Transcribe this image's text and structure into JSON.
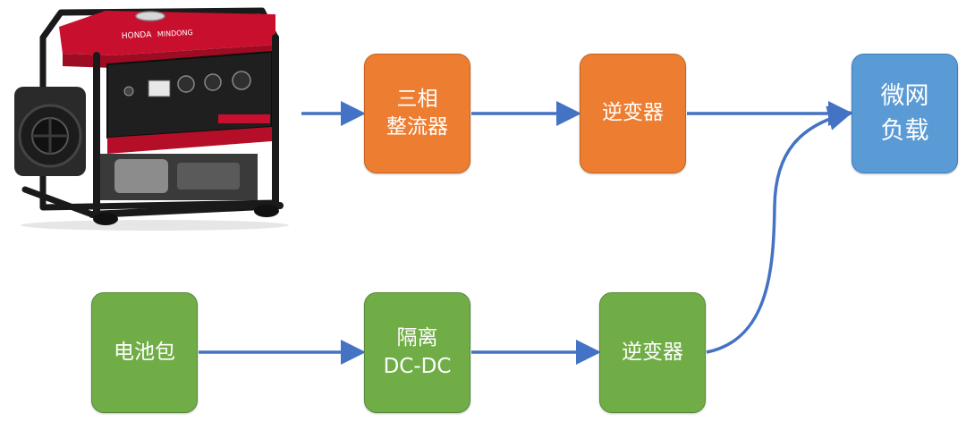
{
  "generator_image": {
    "icon": "generator-icon",
    "brand_text": "HONDA",
    "model_text": "MINDONG"
  },
  "boxes": {
    "rectifier": "三相\n整流器",
    "inverter_top": "逆变器",
    "microgrid_load": "微网\n负载",
    "battery_pack": "电池包",
    "isolated_dcdc": "隔离\nDC-DC",
    "inverter_bottom": "逆变器"
  },
  "colors": {
    "orange": "#ed7d31",
    "blue": "#5b9bd5",
    "green": "#70ad47",
    "arrow": "#4472c4",
    "generator_red": "#c8102e"
  }
}
